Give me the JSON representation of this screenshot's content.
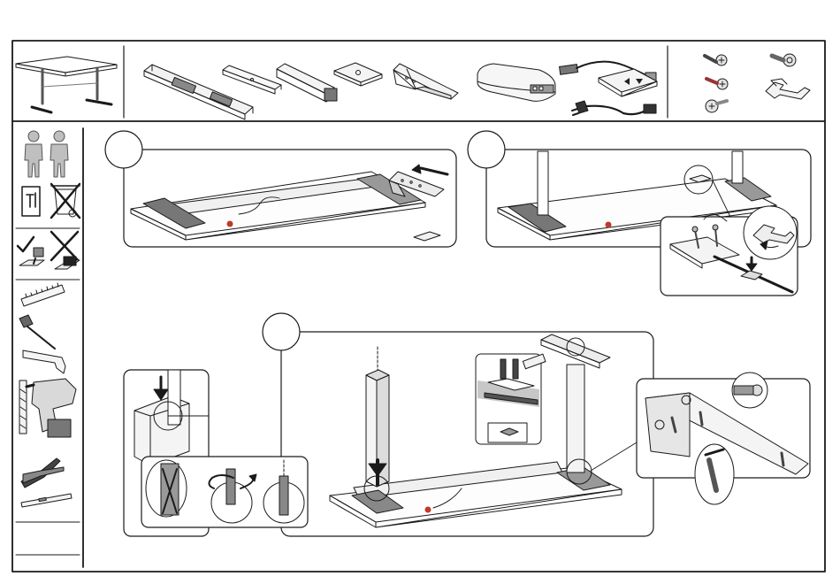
{
  "document": {
    "kind": "assembly-instruction-sheet",
    "ink_color": "#1a1a1a",
    "paper_color": "#ffffff",
    "shade_color": "#9a9a9a",
    "accent_red": "#c0392b"
  },
  "header": {
    "product_icon": "desk-product-icon",
    "parts": [
      "crossbar-part-icon",
      "beam-part-icon",
      "leg-column-part-icon",
      "mounting-plate-part-icon",
      "bracket-part-icon",
      "control-box-part-icon",
      "power-cord-icon",
      "handset-control-icon",
      "plug-cable-icon"
    ],
    "hardware": [
      "wood-screw-icon",
      "machine-bolt-icon",
      "self-tapping-screw-icon",
      "flat-head-screw-icon",
      "cable-clip-icon"
    ]
  },
  "sidebar": {
    "icons": [
      "two-persons-icon",
      "toolbox-icon",
      "no-trash-icon",
      "clean-with-cloth-icon",
      "no-liquid-icon",
      "ruler-icon",
      "screwdriver-icon",
      "hex-key-icon",
      "drill-bit-icon",
      "power-drill-icon",
      "pliers-icon",
      "spirit-level-icon"
    ]
  },
  "steps": [
    {
      "id": "step-1",
      "description_icon": "attach-bracket-to-frame-icon"
    },
    {
      "id": "step-2",
      "description_icon": "fasten-cable-clip-icon"
    },
    {
      "id": "step-3",
      "description_icon": "insert-leg-columns-icon"
    }
  ]
}
